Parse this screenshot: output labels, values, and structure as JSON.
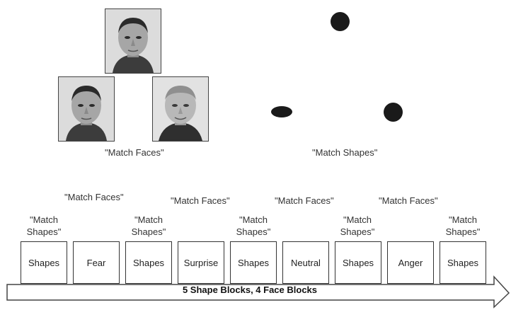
{
  "faces_trial": {
    "caption": "\"Match Faces\""
  },
  "shapes_trial": {
    "caption": "\"Match Shapes\""
  },
  "timeline": {
    "face_labels": [
      "\"Match Faces\"",
      "\"Match Faces\"",
      "\"Match Faces\"",
      "\"Match Faces\""
    ],
    "shape_labels": [
      "\"Match Shapes\"",
      "\"Match Shapes\"",
      "\"Match Shapes\"",
      "\"Match Shapes\"",
      "\"Match Shapes\""
    ],
    "blocks": [
      "Shapes",
      "Fear",
      "Shapes",
      "Surprise",
      "Shapes",
      "Neutral",
      "Shapes",
      "Anger",
      "Shapes"
    ],
    "arrow_label": "5 Shape Blocks, 4 Face Blocks"
  },
  "colors": {
    "shape_fill": "#1a1a1a",
    "border": "#333333"
  }
}
